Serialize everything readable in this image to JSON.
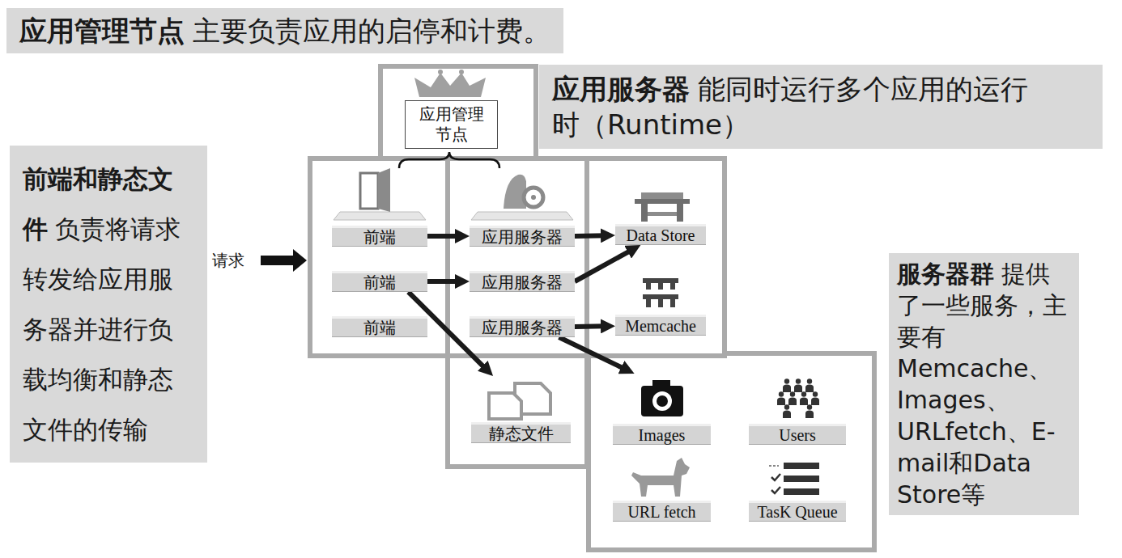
{
  "diagram": {
    "nodes": [
      {
        "text": [
          "应用管理节点",
          "主要负责应用的启停和计费。"
        ]
      },
      {
        "text": [
          "应用服务器",
          "能同时运行多个应用的运行时（Runtime）"
        ]
      },
      {
        "text": [
          "应用管理 节点"
        ]
      },
      {
        "text": [
          "前端和静态文件",
          "负责将请求转发给应用服务器并进行负载均衡和静态文件的传输"
        ]
      },
      {
        "text": [
          "前端"
        ]
      },
      {
        "text": [
          "前端"
        ]
      },
      {
        "text": [
          "前端"
        ]
      },
      {
        "text": [
          "应用服务器"
        ]
      },
      {
        "text": [
          "应用服务器"
        ]
      },
      {
        "text": [
          "应用服务器"
        ]
      },
      {
        "text": [
          "Data Store"
        ]
      },
      {
        "text": [
          "Memcache"
        ]
      },
      {
        "text": [
          "静态文件"
        ]
      },
      {
        "text": [
          "Images"
        ]
      },
      {
        "text": [
          "Users"
        ]
      },
      {
        "text": [
          "URL fetch"
        ]
      },
      {
        "text": [
          "TasK Queue"
        ]
      },
      {
        "text": [
          "服务器群",
          "提供了一些服务，主要有Memcache、Images、URLfetch、E-mail和Data Store等"
        ]
      }
    ],
    "edges": [
      {
        "from": 4,
        "to": 7,
        "arrow": "to"
      },
      {
        "from": 5,
        "to": 8,
        "arrow": "to"
      },
      {
        "from": 7,
        "to": 10,
        "arrow": "to"
      },
      {
        "from": 8,
        "to": 10,
        "arrow": "to"
      },
      {
        "from": 9,
        "to": 11,
        "arrow": "to"
      },
      {
        "from": 5,
        "to": 12,
        "arrow": "to"
      },
      {
        "from": 9,
        "to": 13,
        "arrow": "to"
      }
    ],
    "labels": [
      "请求"
    ]
  }
}
